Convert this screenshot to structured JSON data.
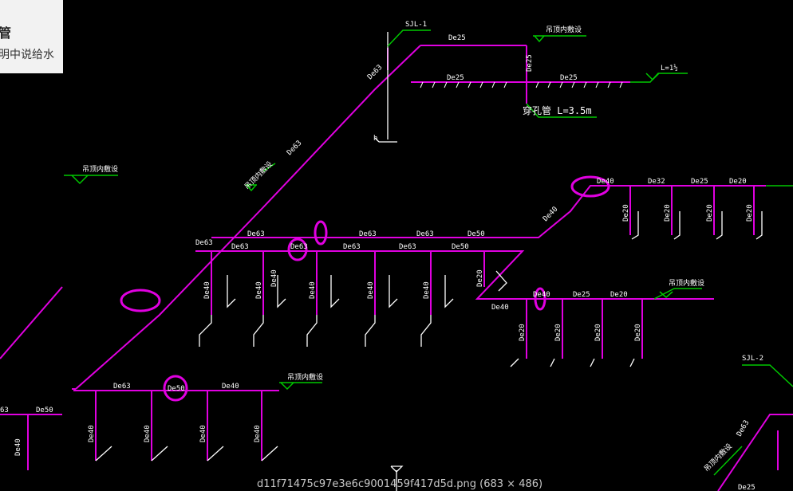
{
  "caption": "d11f71475c97e3e6c9001459f417d5d.png (683 × 486)",
  "side_panel": {
    "top_text": "",
    "heading": "管",
    "body_text": "明中说给水"
  },
  "riser_labels": [
    "SJL-1",
    "SJL-2"
  ],
  "annotations": {
    "slab_note": "穿孔管 L=3.5m",
    "dim_note": "L=1½",
    "equipment": "吊顶内敷设"
  },
  "pipe_labels": {
    "top_main": "De25",
    "top_vertical": "De25",
    "top_low_left": "De25",
    "top_low_right": "De25",
    "diag_1": "De63",
    "diag_2": "De63",
    "diag_3": "De63",
    "diag_4": "De63",
    "mid_upper": [
      "De63",
      "De63",
      "De63",
      "De50"
    ],
    "mid_lower": [
      "De63",
      "De63",
      "De63",
      "De63",
      "De50"
    ],
    "mid_drops": [
      "De40",
      "De40",
      "De40",
      "De40",
      "De40",
      "De40"
    ],
    "mid_drop_20": "De20",
    "right_top": [
      "De40",
      "De32",
      "De25",
      "De20"
    ],
    "right_diag": "De40",
    "right_drops": [
      "De20",
      "De20",
      "De20",
      "De20"
    ],
    "center_right": [
      "De40",
      "De25",
      "De20"
    ],
    "center_left": "De40",
    "center_drops": [
      "De20",
      "De20",
      "De20",
      "De20"
    ],
    "bottom": [
      "De63",
      "De50",
      "De40"
    ],
    "bottom_drops": [
      "De40",
      "De40",
      "De40",
      "De40"
    ],
    "left_partial": [
      "63",
      "De50"
    ],
    "left_partial_drop": "De40",
    "bottom_right_diag": "De63",
    "bottom_right_small": "De25"
  },
  "colors": {
    "pipe": "#e000e0",
    "pipe_white": "#ffffff",
    "leader": "#00c800",
    "background": "#000000"
  }
}
